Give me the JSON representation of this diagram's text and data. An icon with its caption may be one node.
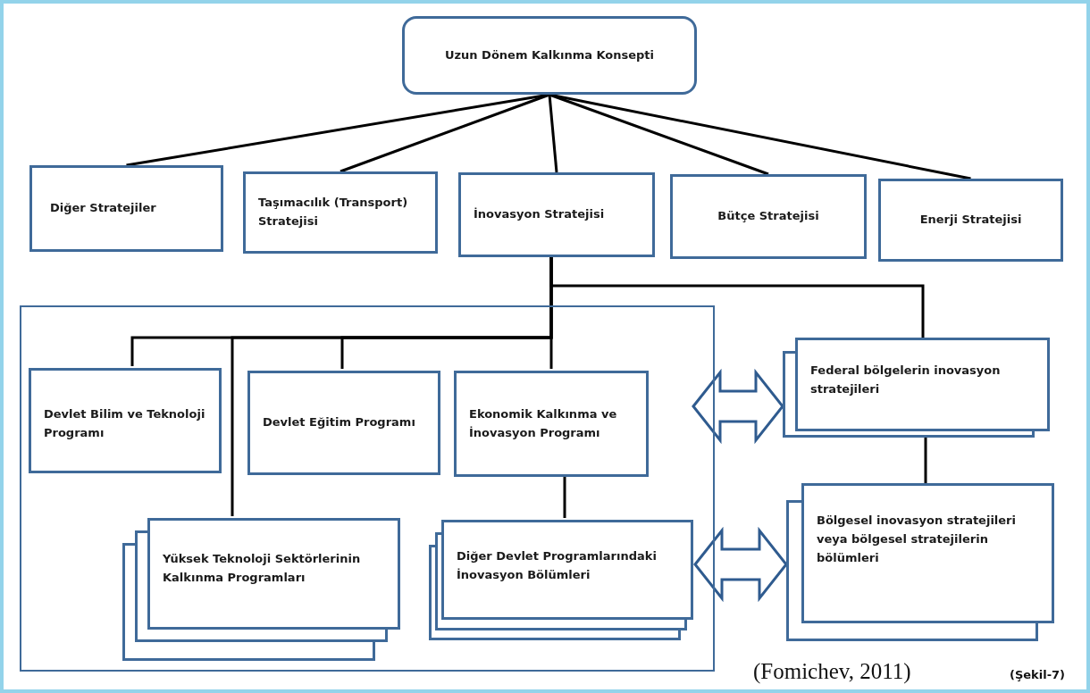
{
  "diagram": {
    "nodes": [
      {
        "text": [
          "Uzun Dönem Kalkınma Konsepti"
        ]
      },
      {
        "text": [
          "Diğer Stratejiler"
        ]
      },
      {
        "text": [
          "Taşımacılık (Transport) Stratejisi"
        ]
      },
      {
        "text": [
          "İnovasyon Stratejisi"
        ]
      },
      {
        "text": [
          "Bütçe Stratejisi"
        ]
      },
      {
        "text": [
          "Enerji Stratejisi"
        ]
      },
      {
        "text": [],
        "shape": "box"
      },
      {
        "text": [
          "Devlet Bilim ve Teknoloji Programı"
        ],
        "in": 6
      },
      {
        "text": [
          "Devlet Eğitim Programı"
        ],
        "in": 6
      },
      {
        "text": [
          "Ekonomik Kalkınma ve İnovasyon Programı"
        ],
        "in": 6
      },
      {
        "text": [
          "Yüksek Teknoloji Sektörlerinin Kalkınma Programları"
        ],
        "in": 6
      },
      {
        "text": [
          "Diğer Devlet Programlarındaki İnovasyon Bölümleri"
        ],
        "in": 6
      },
      {
        "text": [
          "Federal bölgelerin inovasyon stratejileri"
        ]
      },
      {
        "text": [
          "Bölgesel inovasyon stratejileri veya bölgesel stratejilerin bölümleri"
        ]
      }
    ],
    "edges": [
      {
        "from": 0,
        "to": 1,
        "arrow": "none"
      },
      {
        "from": 0,
        "to": 2,
        "arrow": "none"
      },
      {
        "from": 0,
        "to": 3,
        "arrow": "none"
      },
      {
        "from": 0,
        "to": 4,
        "arrow": "none"
      },
      {
        "from": 0,
        "to": 5,
        "arrow": "none"
      },
      {
        "from": 3,
        "to": 9,
        "arrow": "none"
      },
      {
        "from": 3,
        "to": 12,
        "arrow": "none"
      },
      {
        "from": 3,
        "to": 7,
        "arrow": "none"
      },
      {
        "from": 3,
        "to": 10,
        "arrow": "none"
      },
      {
        "from": 3,
        "to": 8,
        "arrow": "none"
      },
      {
        "from": 9,
        "to": 11,
        "arrow": "none"
      },
      {
        "from": 12,
        "to": 13,
        "arrow": "none"
      },
      {
        "from": 6,
        "to": 12,
        "arrow": "both",
        "style": "thick",
        "color": "#2f5b8f"
      },
      {
        "from": 11,
        "to": 13,
        "arrow": "both",
        "style": "thick",
        "color": "#2f5b8f"
      }
    ],
    "labels": [
      "(Fomichev, 2011)",
      "(Şekil-7)"
    ]
  }
}
